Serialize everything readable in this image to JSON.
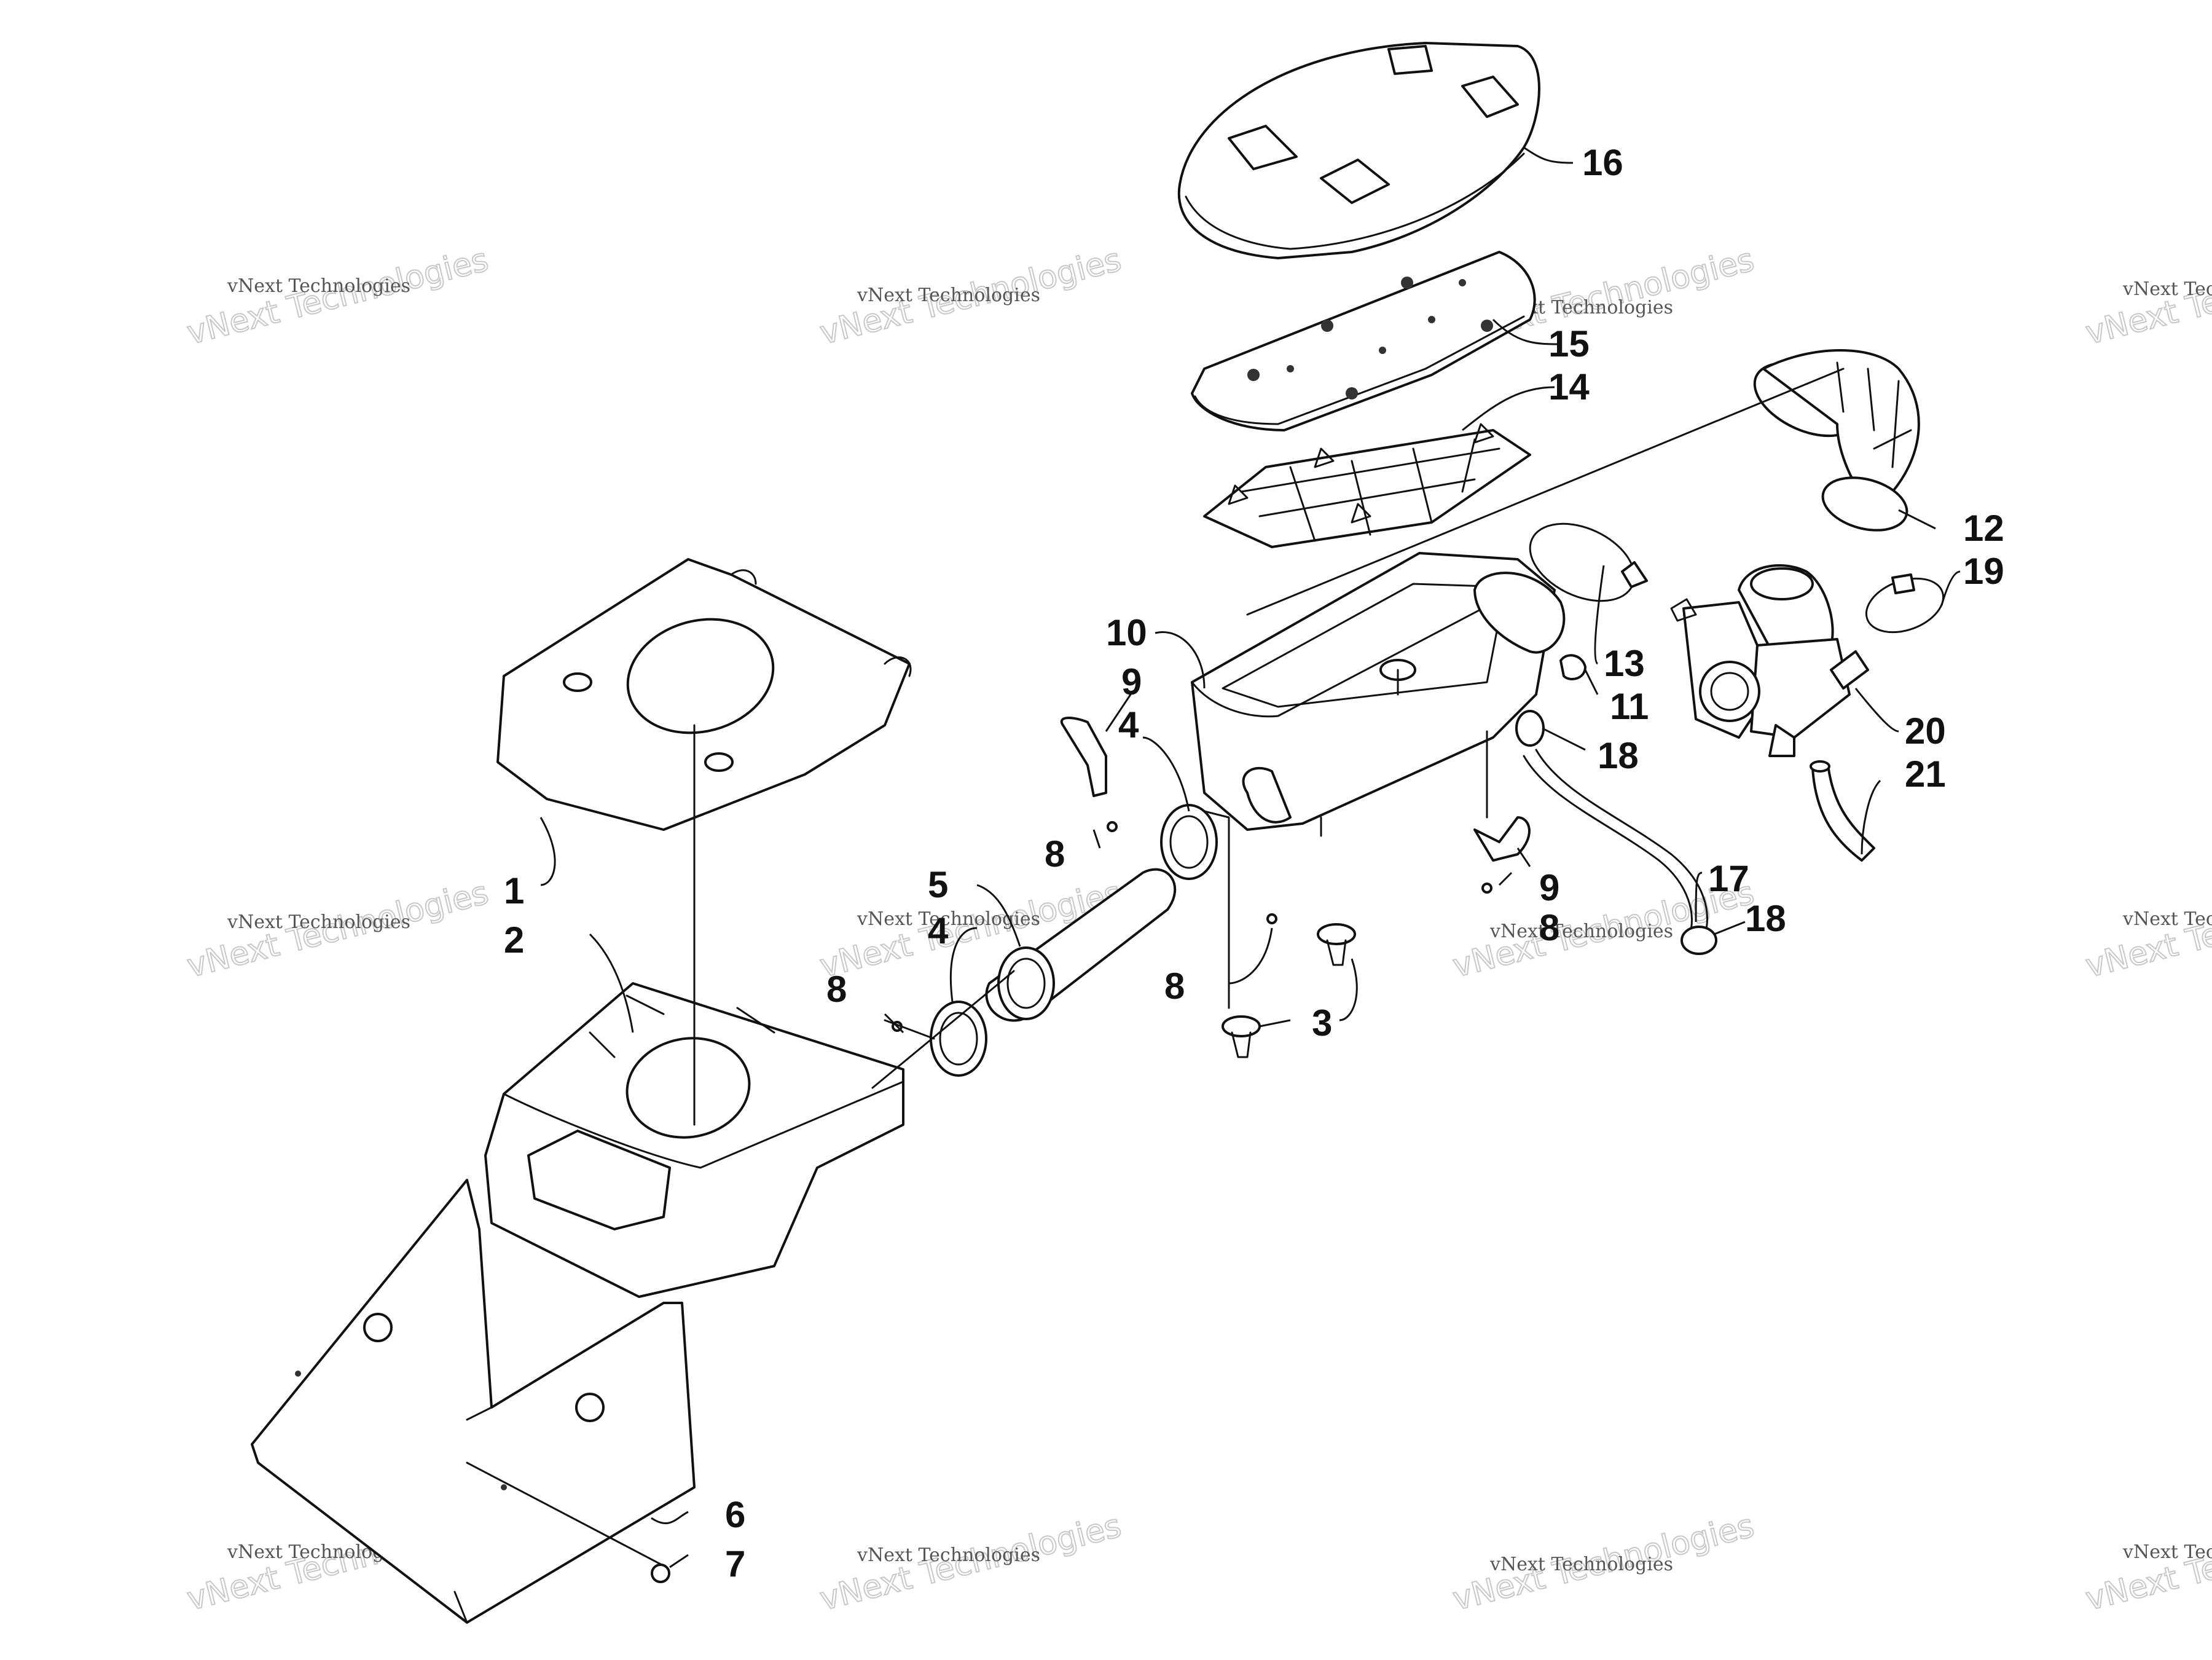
{
  "watermark": {
    "big_text": "vNext Technologies",
    "small_text": "vNext Technologies",
    "color": "#c8c8c8"
  },
  "callouts": [
    {
      "id": "c1",
      "label": "1"
    },
    {
      "id": "c2",
      "label": "2"
    },
    {
      "id": "c3",
      "label": "3"
    },
    {
      "id": "c4a",
      "label": "4"
    },
    {
      "id": "c4b",
      "label": "4"
    },
    {
      "id": "c5",
      "label": "5"
    },
    {
      "id": "c6",
      "label": "6"
    },
    {
      "id": "c7",
      "label": "7"
    },
    {
      "id": "c8a",
      "label": "8"
    },
    {
      "id": "c8b",
      "label": "8"
    },
    {
      "id": "c8c",
      "label": "8"
    },
    {
      "id": "c8d",
      "label": "8"
    },
    {
      "id": "c9a",
      "label": "9"
    },
    {
      "id": "c9b",
      "label": "9"
    },
    {
      "id": "c10",
      "label": "10"
    },
    {
      "id": "c11",
      "label": "11"
    },
    {
      "id": "c12",
      "label": "12"
    },
    {
      "id": "c13",
      "label": "13"
    },
    {
      "id": "c14",
      "label": "14"
    },
    {
      "id": "c15",
      "label": "15"
    },
    {
      "id": "c16",
      "label": "16"
    },
    {
      "id": "c17",
      "label": "17"
    },
    {
      "id": "c18a",
      "label": "18"
    },
    {
      "id": "c18b",
      "label": "18"
    },
    {
      "id": "c19",
      "label": "19"
    },
    {
      "id": "c20",
      "label": "20"
    },
    {
      "id": "c21",
      "label": "21"
    }
  ]
}
